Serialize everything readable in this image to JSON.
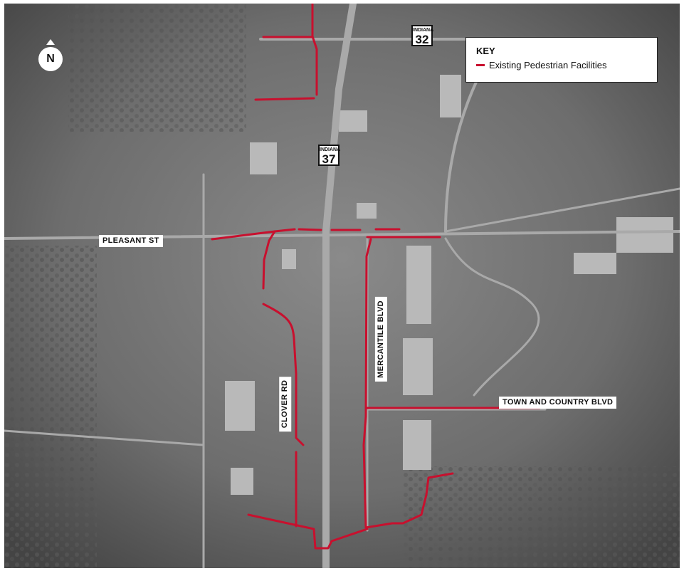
{
  "colors": {
    "pedestrian": "#c8102e",
    "background": "#6f6f6f",
    "road": "#a9a9a9"
  },
  "icons": {
    "north_arrow": "north-arrow-icon"
  },
  "north": {
    "label": "N"
  },
  "key": {
    "title": "KEY",
    "items": [
      {
        "label": "Existing Pedestrian Facilities",
        "color": "#c8102e"
      }
    ]
  },
  "shields": [
    {
      "state": "INDIANA",
      "number": "32"
    },
    {
      "state": "INDIANA",
      "number": "37"
    }
  ],
  "road_labels": {
    "pleasant": "PLEASANT ST",
    "clover": "CLOVER RD",
    "mercantile": "MERCANTILE BLVD",
    "town_country": "TOWN AND COUNTRY BLVD"
  }
}
